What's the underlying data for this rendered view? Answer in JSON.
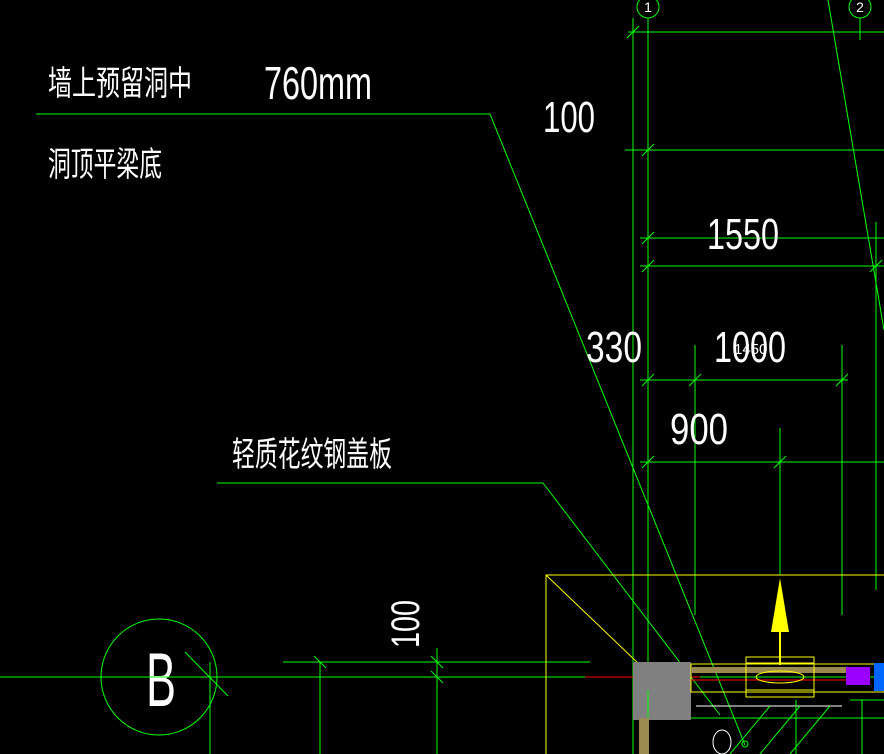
{
  "annotations": {
    "wall_opening": "墙上预留洞中",
    "wall_opening_size": "760mm",
    "opening_top": "洞顶平梁底",
    "cover_plate": "轻质花纹钢盖板"
  },
  "dimensions": {
    "d100_top": "100",
    "d1550": "1550",
    "d330": "330",
    "d1000": "1000",
    "d1450": "1450",
    "d900": "900",
    "d100_vertical": "100"
  },
  "grid_axes": {
    "axis_1": "1",
    "axis_2": "2",
    "axis_b": "B"
  },
  "colors": {
    "background": "#000000",
    "line_green": "#00ff00",
    "line_yellow": "#ffff00",
    "line_red": "#ff0000",
    "fill_gray": "#808080",
    "fill_purple": "#9900ff",
    "fill_blue": "#0066ff",
    "text_white": "#ffffff"
  }
}
